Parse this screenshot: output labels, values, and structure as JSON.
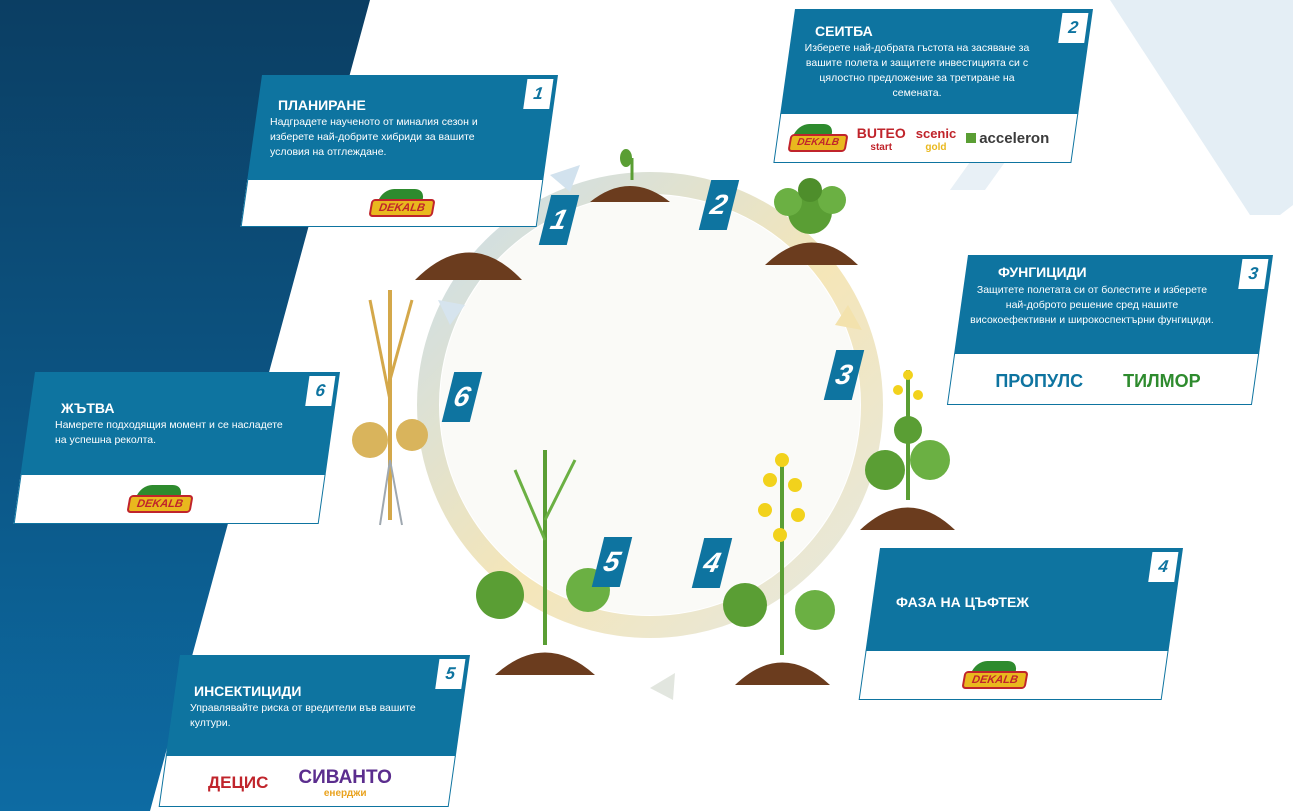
{
  "colors": {
    "primary": "#0E74A0",
    "dark_bg": "#0B3E63",
    "accent_red": "#C0242B",
    "accent_yellow": "#F2D21C",
    "accent_green": "#5A9E34",
    "purple": "#5B2D8E"
  },
  "stages": [
    {
      "number": "1",
      "title": "ПЛАНИРАНЕ",
      "description": "Надградете наученото от миналия сезон и изберете най-добрите хибриди за вашите условия на отглеждане.",
      "logos": [
        "DEKALB"
      ]
    },
    {
      "number": "2",
      "title": "СЕИТБА",
      "description": "Изберете най-добрата гъстота на засяване за вашите полета и защитете инвестицията си с цялостно предложение за третиране на семената.",
      "logos": [
        "DEKALB",
        "BUTEO",
        "scenic",
        "acceleron"
      ],
      "logo_subs": {
        "buteo": "start",
        "scenic": "gold"
      }
    },
    {
      "number": "3",
      "title": "ФУНГИЦИДИ",
      "description": "Защитете полетата си от болестите и изберете най-доброто решение сред нашите високоефективни и широкоспектърни фунгициди.",
      "logos": [
        "ПРОПУЛС",
        "ТИЛМОР"
      ]
    },
    {
      "number": "4",
      "title": "ФАЗА НА ЦЪФТЕЖ",
      "description": "",
      "logos": [
        "DEKALB"
      ]
    },
    {
      "number": "5",
      "title": "ИНСЕКТИЦИДИ",
      "description": "Управлявайте риска от вредители във вашите култури.",
      "logos": [
        "ДЕЦИС",
        "СИВАНТО"
      ],
      "logo_subs": {
        "sivanto": "енерджи"
      }
    },
    {
      "number": "6",
      "title": "ЖЪТВА",
      "description": "Намерете подходящия момент и се насладете на успешна реколта.",
      "logos": [
        "DEKALB"
      ]
    }
  ]
}
